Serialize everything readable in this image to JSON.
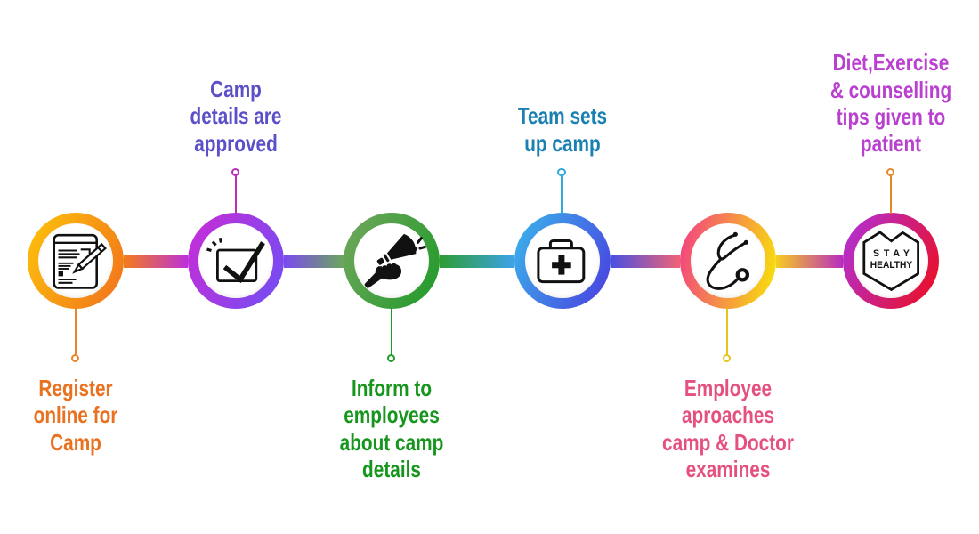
{
  "title": "Health camp process infographic",
  "steps": [
    {
      "icon": "register-document-pencil-icon",
      "lines": [
        "Register",
        "online for",
        "Camp"
      ],
      "label_position": "below",
      "colors": {
        "ring_from": "#fdc40b",
        "ring_to": "#f1701d",
        "stem": "#ea8627",
        "text": "#e8721f"
      }
    },
    {
      "icon": "approved-checkbox-icon",
      "lines": [
        "Camp",
        "details are",
        "approved"
      ],
      "label_position": "above",
      "colors": {
        "ring_from": "#cb2bd5",
        "ring_to": "#6e4ff5",
        "stem": "#bc2eb7",
        "text": "#5c50c8"
      }
    },
    {
      "icon": "announce-megaphone-hand-icon",
      "lines": [
        "Inform to",
        "employees",
        "about camp",
        "details"
      ],
      "label_position": "below",
      "colors": {
        "ring_from": "#72a75e",
        "ring_to": "#1e9a28",
        "stem": "#1f9a28",
        "text": "#17961e"
      }
    },
    {
      "icon": "first-aid-kit-icon",
      "lines": [
        "Team sets",
        "up camp"
      ],
      "label_position": "above",
      "colors": {
        "ring_from": "#3ab7eb",
        "ring_to": "#4a3cdf",
        "stem": "#30a8e2",
        "text": "#1a80b2"
      }
    },
    {
      "icon": "stethoscope-icon",
      "lines": [
        "Employee",
        "aproaches",
        "camp & Doctor",
        "examines"
      ],
      "label_position": "below",
      "colors": {
        "ring_from": "#f23d85",
        "ring_to": "#f8e606",
        "stem": "#e5c51d",
        "text": "#e5517e"
      }
    },
    {
      "icon": "stay-healthy-badge-icon",
      "lines": [
        "Diet,Exercise",
        "& counselling",
        "tips given to",
        "patient"
      ],
      "label_position": "above",
      "badge": {
        "line1": "STAY",
        "line2": "HEALTHY"
      },
      "colors": {
        "ring_from": "#ae32e0",
        "ring_to": "#ee0d18",
        "stem": "#e8872a",
        "text": "#ba40d0"
      }
    }
  ],
  "connector_segments": [
    {
      "from": "#f37d1a",
      "to": "#bc31da"
    },
    {
      "from": "#7d49f0",
      "to": "#6aa65c"
    },
    {
      "from": "#2d9c32",
      "to": "#3da3e9"
    },
    {
      "from": "#4750e1",
      "to": "#f16377"
    },
    {
      "from": "#f6cd1f",
      "to": "#b82cc0"
    }
  ],
  "icon_color": "#111111"
}
